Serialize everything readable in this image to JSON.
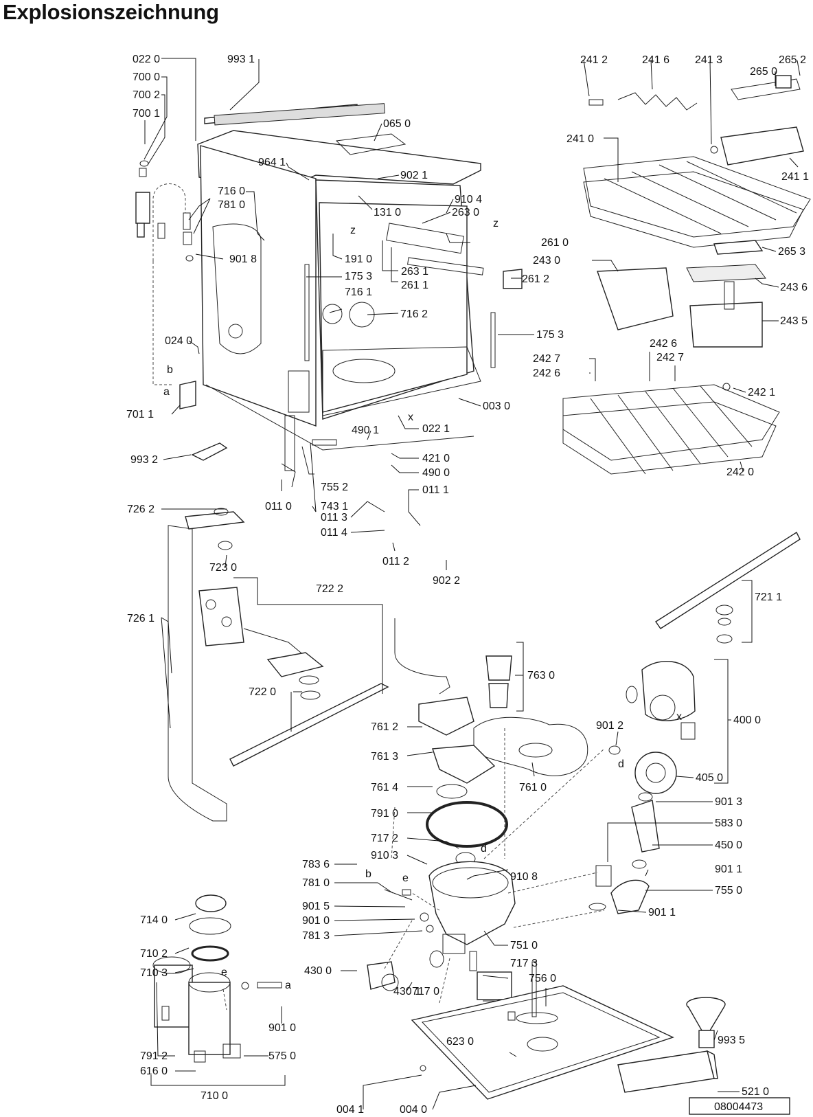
{
  "title": "Explosionszeichnung",
  "doc_number": "08004473",
  "labels": [
    "022 0",
    "993 1",
    "700 0",
    "700 2",
    "700 1",
    "065 0",
    "964 1",
    "902 1",
    "716 0",
    "781 0",
    "910 4",
    "131 0",
    "263 0",
    "901 8",
    "261 0",
    "191 0",
    "175 3",
    "263 1",
    "261 1",
    "261 2",
    "716 1",
    "716 2",
    "024 0",
    "175 3",
    "b",
    "a",
    "701 1",
    "003 0",
    "490 1",
    "022 1",
    "421 0",
    "490 0",
    "993 2",
    "755 2",
    "011 1",
    "011 0",
    "743 1",
    "011 3",
    "011 4",
    "011 2",
    "902 2",
    "241 2",
    "241 6",
    "241 3",
    "265 2",
    "265 0",
    "241 0",
    "241 1",
    "243 0",
    "265 3",
    "243 6",
    "243 5",
    "242 6",
    "242 7",
    "242 7",
    "242 6",
    "242 1",
    "242 0",
    "726 2",
    "723 0",
    "722 2",
    "726 1",
    "722 0",
    "721 1",
    "763 0",
    "761 2",
    "901 2",
    "400 0",
    "761 3",
    "761 0",
    "405 0",
    "761 4",
    "901 3",
    "791 0",
    "583 0",
    "717 2",
    "450 0",
    "910 3",
    "783 6",
    "910 8",
    "901 1",
    "781 0",
    "755 0",
    "901 5",
    "901 0",
    "901 1",
    "781 3",
    "751 0",
    "714 0",
    "710 2",
    "430 0",
    "717 3",
    "710 3",
    "430 1",
    "756 0",
    "717 0",
    "901 0",
    "993 5",
    "623 0",
    "791 2",
    "575 0",
    "616 0",
    "521 0",
    "710 0",
    "004 1",
    "004 0",
    "z",
    "z",
    "x",
    "x",
    "d",
    "d",
    "e",
    "e",
    "b",
    "a"
  ],
  "icon_names": [
    "dishwasher-tub-icon",
    "basket-icon",
    "spray-arm-icon",
    "pump-icon",
    "filter-icon",
    "sump-icon",
    "salt-container-icon",
    "hose-icon",
    "base-plate-icon",
    "funnel-icon",
    "control-panel-icon"
  ]
}
